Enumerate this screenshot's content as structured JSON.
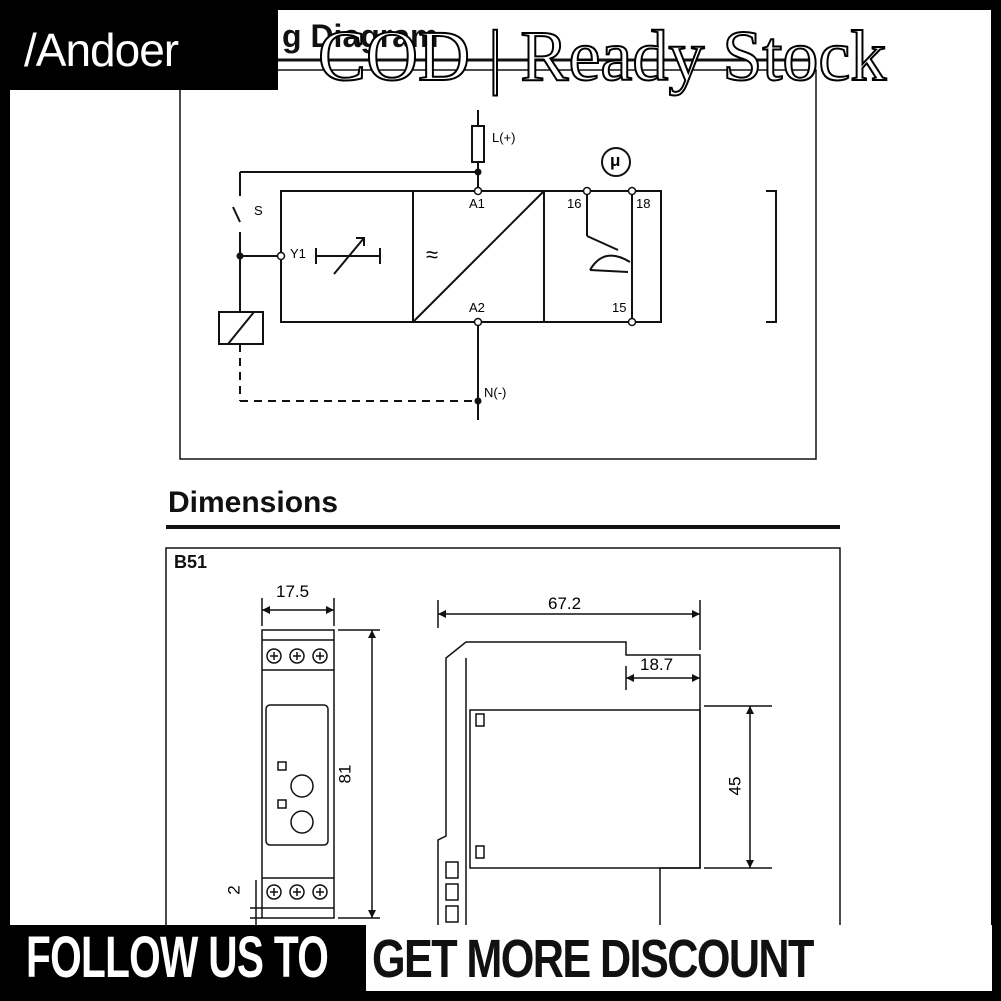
{
  "brand": {
    "logo_text": "/Andoer"
  },
  "banner": {
    "text": "COD | Ready Stock"
  },
  "wiring": {
    "heading": "g Diagram",
    "labels": {
      "L": "L(+)",
      "N": "N(-)",
      "A1": "A1",
      "A2": "A2",
      "S": "S",
      "Y1": "Y1",
      "t16": "16",
      "t18": "18",
      "t15": "15",
      "mu": "μ",
      "approx": "≈"
    }
  },
  "dimensions": {
    "heading": "Dimensions",
    "model": "B51",
    "labels": {
      "w": "17.5",
      "h": "81",
      "gap": "2",
      "depth": "67.2",
      "step": "18.7",
      "front": "45"
    }
  },
  "footer": {
    "left": "FOLLOW US TO",
    "right": "GET MORE DISCOUNT"
  }
}
